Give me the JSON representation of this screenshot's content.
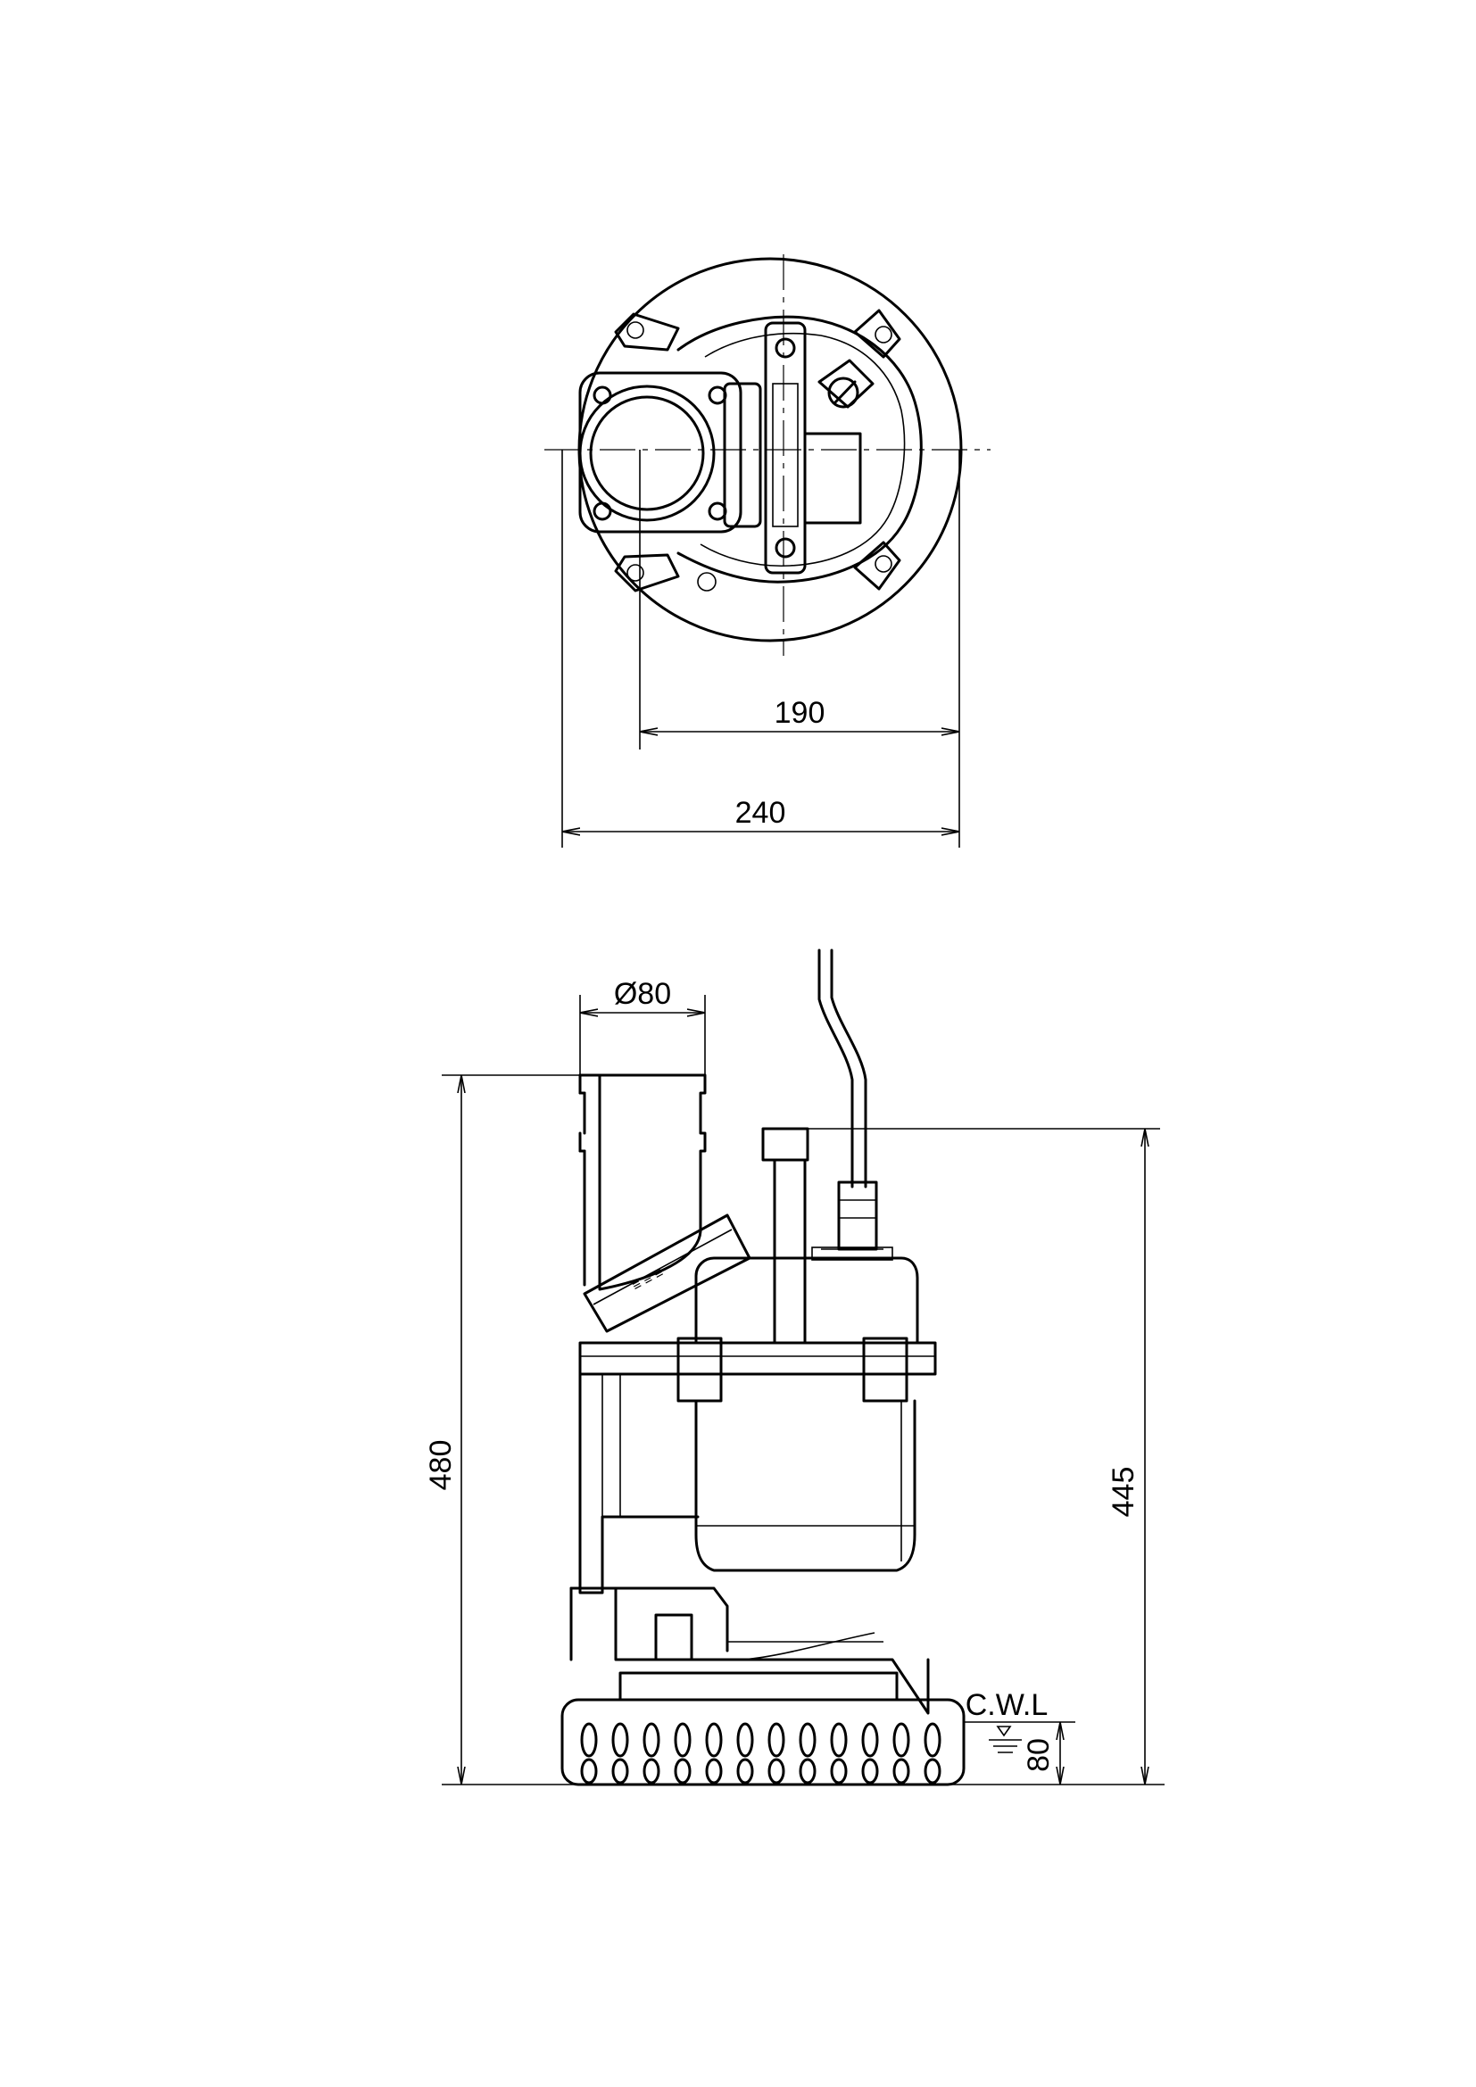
{
  "top_view": {
    "dimensions": {
      "inner_width": "190",
      "outer_width": "240"
    }
  },
  "side_view": {
    "dimensions": {
      "outlet_diameter": "Ø80",
      "total_height": "480",
      "body_height": "445",
      "cwl_height": "80"
    },
    "labels": {
      "cwl": "C.W.L"
    }
  }
}
